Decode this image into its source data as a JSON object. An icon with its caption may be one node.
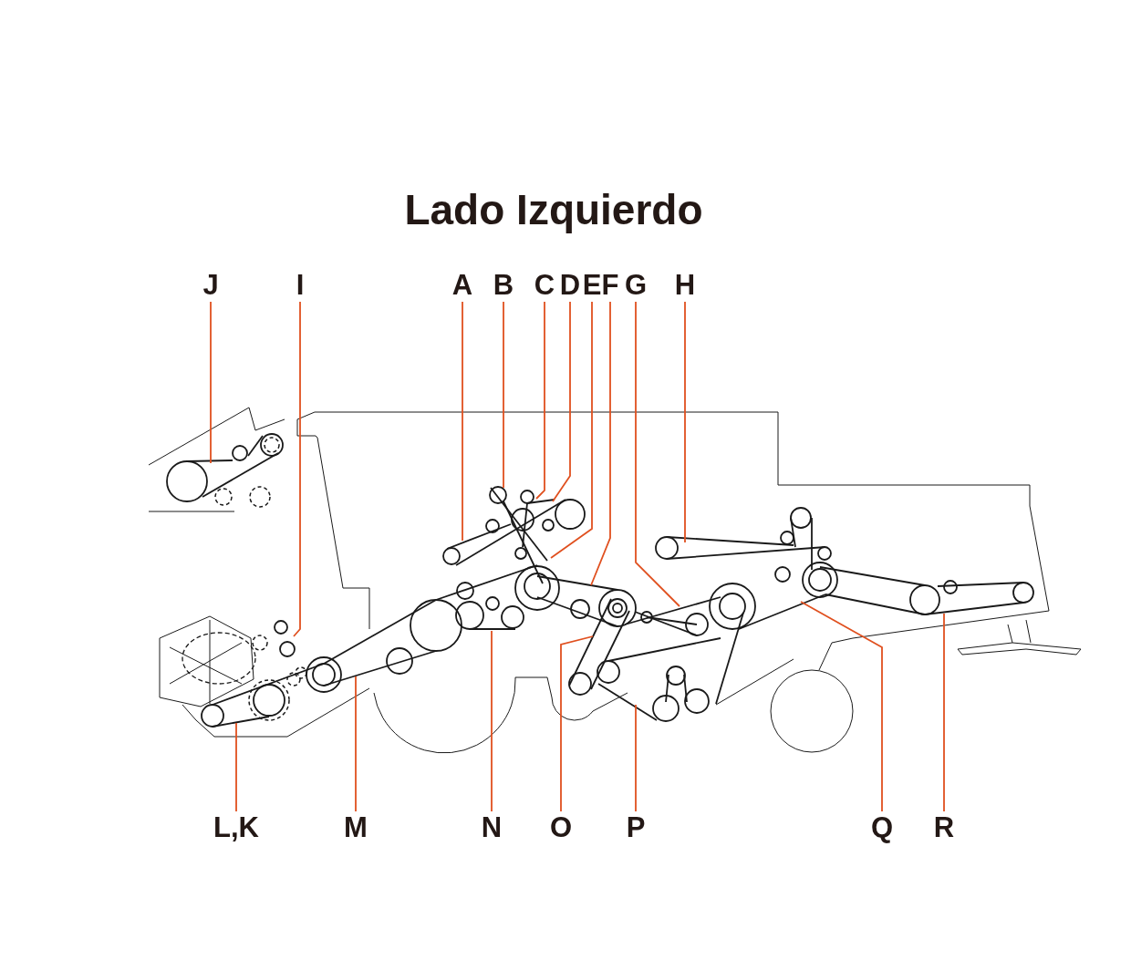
{
  "diagram": {
    "title": "Lado Izquierdo",
    "nodes": [
      {
        "text": [
          "J"
        ]
      },
      {
        "text": [
          "I"
        ]
      },
      {
        "text": [
          "A"
        ]
      },
      {
        "text": [
          "B"
        ]
      },
      {
        "text": [
          "C"
        ]
      },
      {
        "text": [
          "D"
        ]
      },
      {
        "text": [
          "E"
        ]
      },
      {
        "text": [
          "F"
        ]
      },
      {
        "text": [
          "G"
        ]
      },
      {
        "text": [
          "H"
        ]
      },
      {
        "text": [
          "L,K"
        ]
      },
      {
        "text": [
          "M"
        ]
      },
      {
        "text": [
          "N"
        ]
      },
      {
        "text": [
          "O"
        ]
      },
      {
        "text": [
          "P"
        ]
      },
      {
        "text": [
          "Q"
        ]
      },
      {
        "text": [
          "R"
        ]
      }
    ],
    "edges": [
      {
        "from": 0,
        "to": null,
        "arrow": "none"
      },
      {
        "from": 1,
        "to": null,
        "arrow": "none"
      },
      {
        "from": 2,
        "to": null,
        "arrow": "none"
      },
      {
        "from": 3,
        "to": null,
        "arrow": "none"
      },
      {
        "from": 4,
        "to": null,
        "arrow": "none"
      },
      {
        "from": 5,
        "to": null,
        "arrow": "none"
      },
      {
        "from": 6,
        "to": null,
        "arrow": "none"
      },
      {
        "from": 7,
        "to": null,
        "arrow": "none"
      },
      {
        "from": 8,
        "to": null,
        "arrow": "none"
      },
      {
        "from": 9,
        "to": null,
        "arrow": "none"
      },
      {
        "from": 10,
        "to": null,
        "arrow": "none"
      },
      {
        "from": 11,
        "to": null,
        "arrow": "none"
      },
      {
        "from": 12,
        "to": null,
        "arrow": "none"
      },
      {
        "from": 13,
        "to": null,
        "arrow": "none"
      },
      {
        "from": 14,
        "to": null,
        "arrow": "none"
      },
      {
        "from": 15,
        "to": null,
        "arrow": "none"
      },
      {
        "from": 16,
        "to": null,
        "arrow": "none"
      }
    ]
  }
}
